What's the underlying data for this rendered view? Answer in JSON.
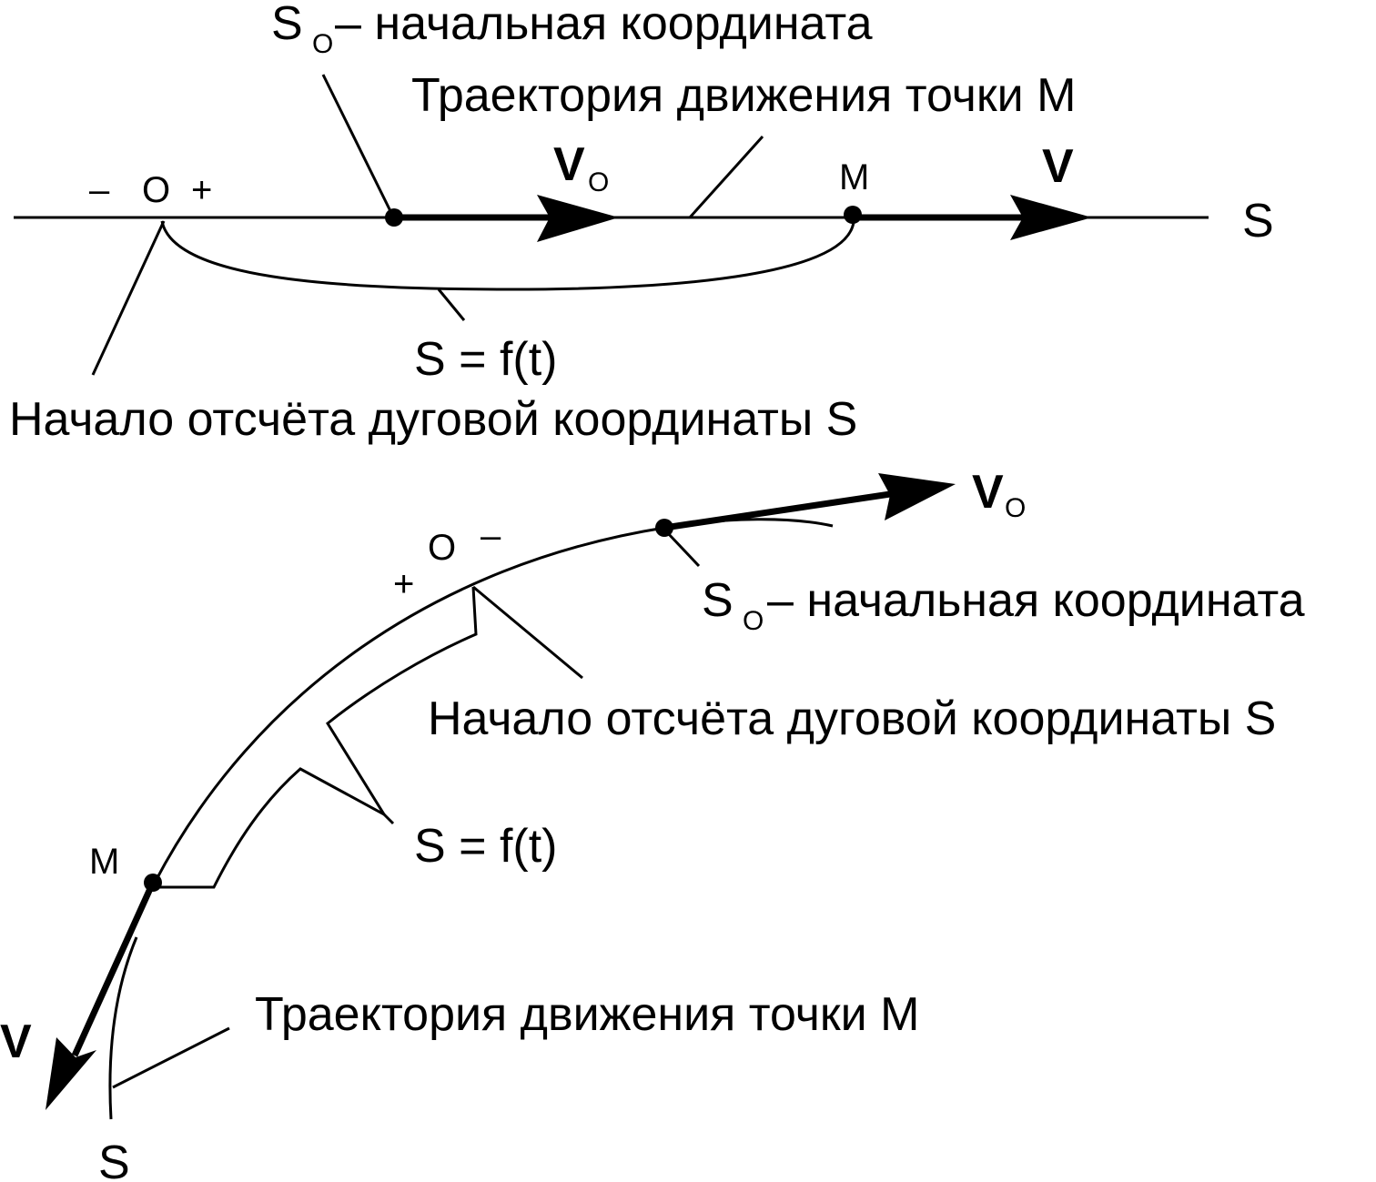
{
  "colors": {
    "ink": "#000000",
    "background": "#ffffff"
  },
  "top": {
    "s0_symbol": "S",
    "s0_subscript": "O",
    "s0_text": "– начальная координата",
    "trajectory_label": "Траектория движения точки М",
    "v0_symbol": "V",
    "v0_subscript": "O",
    "minus_sign": "–",
    "origin": "O",
    "plus_sign": "+",
    "point_m": "М",
    "v_symbol": "V",
    "axis_s": "S",
    "s_eq_f": "S = f(t)",
    "origin_label": "Начало отсчёта дуговой координаты S"
  },
  "bottom": {
    "v0_symbol": "V",
    "v0_subscript": "O",
    "origin": "O",
    "minus_sign": "–",
    "plus_sign": "+",
    "s0_symbol": "S",
    "s0_subscript": "O",
    "s0_text": "– начальная координата",
    "origin_label": "Начало отсчёта дуговой координаты S",
    "s_eq_f": "S = f(t)",
    "point_m": "М",
    "v_symbol": "V",
    "trajectory_label": "Траектория движения точки М",
    "axis_s": "S"
  }
}
